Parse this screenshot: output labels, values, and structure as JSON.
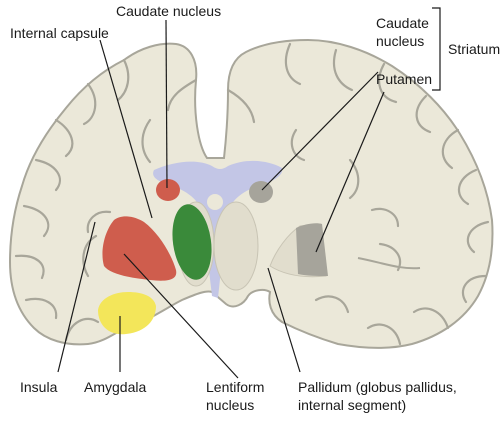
{
  "labels": {
    "caudate_nucleus_top": "Caudate nucleus",
    "internal_capsule": "Internal capsule",
    "caudate_nucleus_right": [
      "Caudate",
      "nucleus"
    ],
    "striatum": "Striatum",
    "putamen": "Putamen",
    "insula": "Insula",
    "amygdala": "Amygdala",
    "lentiform_nucleus": [
      "Lentiform",
      "nucleus"
    ],
    "pallidum": [
      "Pallidum (globus pallidus,",
      "internal segment)"
    ]
  },
  "colors": {
    "brain_fill": "#ebe8d9",
    "brain_outline": "#a8a69a",
    "ventricle": "#c3c6e6",
    "caudate": "#cf5d4d",
    "putamen_left": "#cf5d4d",
    "pallidum_left": "#3a8a3a",
    "amygdala": "#f3e65a",
    "caudate_right": "#a6a49b",
    "putamen_right": "#a6a49b",
    "lines": "#1a1a1a"
  }
}
